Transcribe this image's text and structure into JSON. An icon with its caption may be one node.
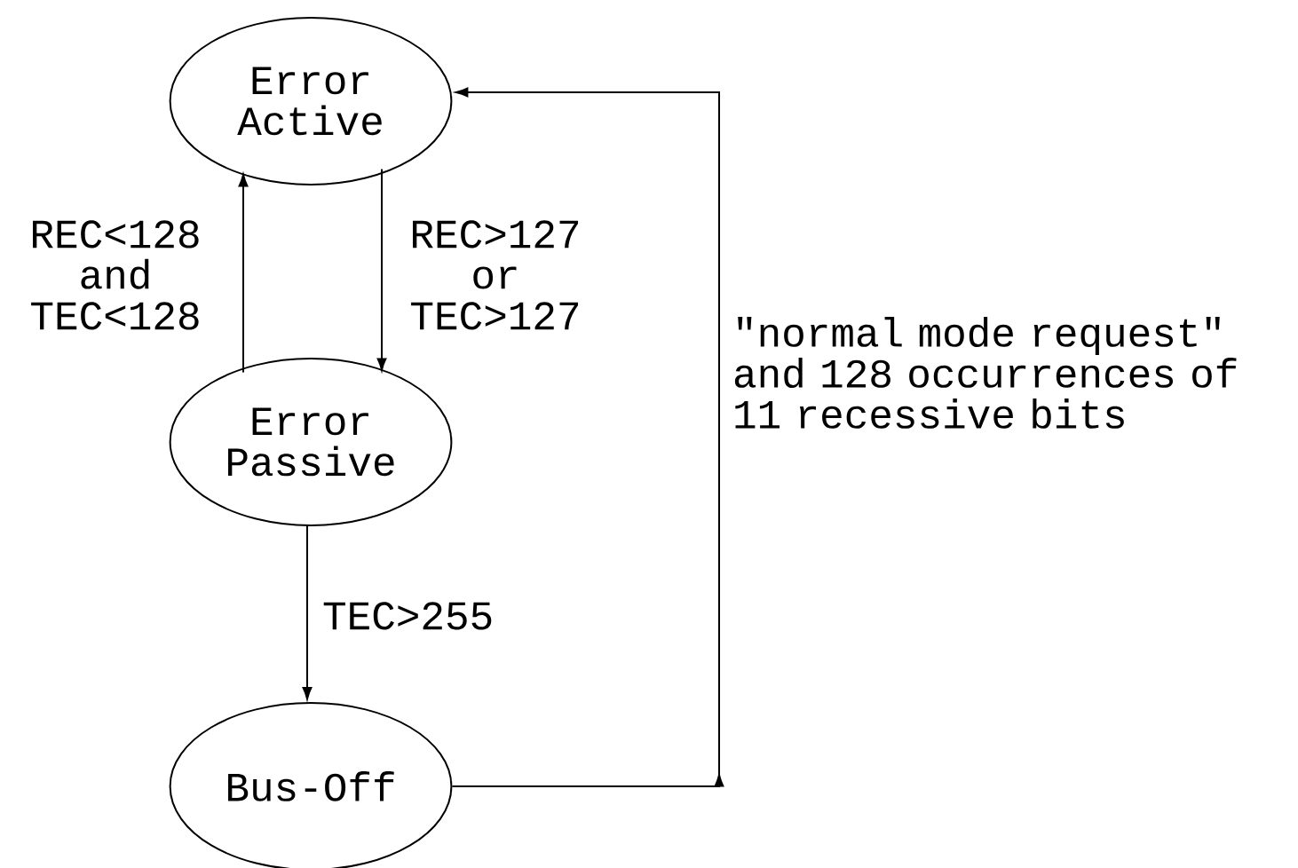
{
  "diagram": {
    "nodes": [
      {
        "text": [
          "Error Active"
        ]
      },
      {
        "text": [
          "Error Passive"
        ]
      },
      {
        "text": [
          "Bus-Off"
        ]
      }
    ],
    "edges": [
      {
        "from": 1,
        "to": 0,
        "arrow": "to",
        "label": "REC<128 and TEC<128"
      },
      {
        "from": 0,
        "to": 1,
        "arrow": "to",
        "label": "REC>127 or TEC>127"
      },
      {
        "from": 1,
        "to": 2,
        "arrow": "to",
        "label": "TEC>255"
      },
      {
        "from": 2,
        "to": 0,
        "arrow": "to",
        "label": "\"normal mode request\" and 128 occurrences of 11 recessive bits"
      }
    ]
  }
}
